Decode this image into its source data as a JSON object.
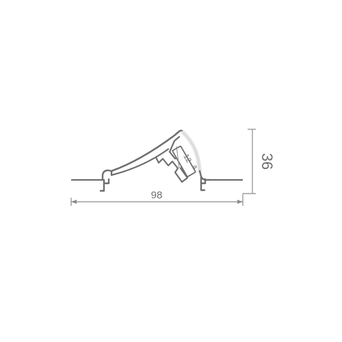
{
  "drawing": {
    "width_dimension": "98",
    "height_dimension": "36",
    "strip_label": "12",
    "strip_sublabel": "a",
    "colors": {
      "profile": "#6e6e6e",
      "dimension": "#8a8a8a",
      "diffuser": "#e6e6e6",
      "background": "#ffffff"
    }
  }
}
